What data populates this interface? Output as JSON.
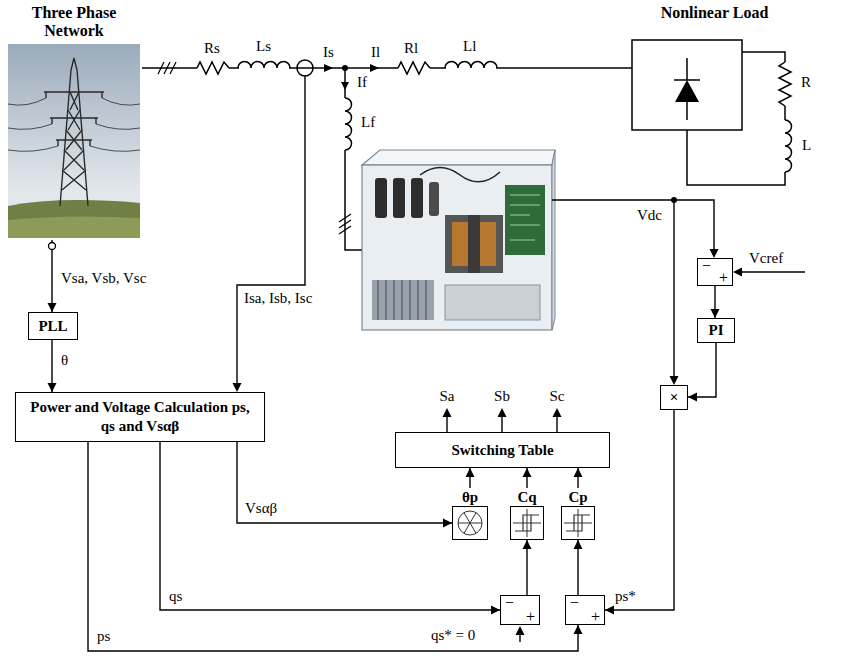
{
  "diagram": {
    "nodes": [
      {
        "text": [
          "Three Phase Network"
        ]
      },
      {
        "text": [
          "Nonlinear Load"
        ]
      },
      {
        "text": [
          "PLL"
        ]
      },
      {
        "text": [
          "Power and Voltage Calculation ps, qs and Vsαβ"
        ]
      },
      {
        "text": [
          "−",
          "+"
        ]
      },
      {
        "text": [
          "PI"
        ]
      },
      {
        "text": [
          "×"
        ]
      },
      {
        "text": [
          "Switching Table"
        ]
      },
      {
        "text": [
          "θp"
        ]
      },
      {
        "text": [
          "Cq"
        ]
      },
      {
        "text": [
          "Cp"
        ]
      },
      {
        "text": [
          "−",
          "+"
        ]
      },
      {
        "text": [
          "−",
          "+"
        ]
      }
    ],
    "edges": [
      {
        "from": 0,
        "to": 1,
        "arrow": "none"
      },
      {
        "from": 0,
        "to": 2,
        "arrow": "to",
        "label": "Vsa, Vsb, Vsc"
      },
      {
        "from": 2,
        "to": 3,
        "arrow": "to",
        "label": "θ"
      },
      {
        "from": 3,
        "to": 8,
        "arrow": "to",
        "label": "Vsαβ"
      },
      {
        "from": 3,
        "to": 11,
        "arrow": "to",
        "label": "qs"
      },
      {
        "from": 3,
        "to": 12,
        "arrow": "to",
        "label": "ps"
      },
      {
        "from": 11,
        "to": 9,
        "arrow": "to"
      },
      {
        "from": 12,
        "to": 10,
        "arrow": "to"
      },
      {
        "from": 8,
        "to": 7,
        "arrow": "to"
      },
      {
        "from": 9,
        "to": 7,
        "arrow": "to"
      },
      {
        "from": 10,
        "to": 7,
        "arrow": "to"
      },
      {
        "from": 4,
        "to": 5,
        "arrow": "to"
      },
      {
        "from": 5,
        "to": 6,
        "arrow": "to"
      },
      {
        "from": 6,
        "to": 12,
        "arrow": "to",
        "label": "ps*"
      }
    ],
    "labels": [
      "Rs",
      "Ls",
      "Is",
      "Il",
      "Rl",
      "Ll",
      "If",
      "Lf",
      "R",
      "L",
      "Vdc",
      "Vcref",
      "Isa, Isb, Isc",
      "Sa",
      "Sb",
      "Sc",
      "qs* = 0"
    ]
  }
}
